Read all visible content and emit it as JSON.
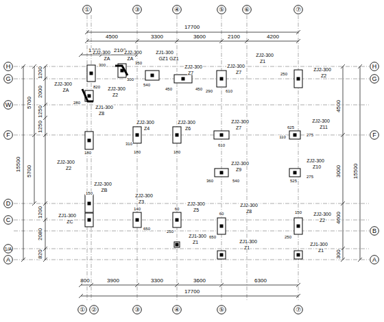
{
  "diagram": {
    "nodes": [
      {
        "text": [
          "①"
        ]
      },
      {
        "text": [
          "③"
        ]
      },
      {
        "text": [
          "④"
        ]
      },
      {
        "text": [
          "⑤"
        ]
      },
      {
        "text": [
          "⑥"
        ]
      },
      {
        "text": [
          "⑦"
        ]
      },
      {
        "text": [
          "H"
        ]
      },
      {
        "text": [
          "G"
        ]
      },
      {
        "text": [
          "W"
        ]
      },
      {
        "text": [
          "F"
        ]
      },
      {
        "text": [
          "D"
        ]
      },
      {
        "text": [
          "C"
        ]
      },
      {
        "text": [
          "1/A"
        ]
      },
      {
        "text": [
          "A"
        ]
      },
      {
        "text": [
          "H"
        ]
      },
      {
        "text": [
          "G"
        ]
      },
      {
        "text": [
          "F"
        ]
      },
      {
        "text": [
          "B"
        ]
      },
      {
        "text": [
          "A"
        ]
      },
      {
        "text": [
          "①"
        ]
      },
      {
        "text": [
          "②"
        ]
      },
      {
        "text": [
          "③"
        ]
      },
      {
        "text": [
          "④"
        ]
      },
      {
        "text": [
          "⑤"
        ]
      },
      {
        "text": [
          "⑦"
        ]
      }
    ],
    "labels": [
      "17700",
      "4500",
      "3300",
      "3600",
      "2100",
      "4200",
      "1200",
      "2100",
      "800",
      "3900",
      "3300",
      "3600",
      "6300",
      "17700",
      "1200",
      "2000",
      "1250",
      "1250",
      "5700",
      "15500",
      "5700",
      "1200",
      "2080",
      "820",
      "4500",
      "3000",
      "15500",
      "4600",
      "300",
      "ZJ2-300",
      "ZA",
      "ZJ2-300",
      "ZA",
      "ZJ1-300",
      "GZ1 GZ1",
      "ZJ2-300",
      "Z7",
      "ZJ2-300",
      "Z7",
      "ZJ2-300",
      "Z1",
      "ZJ2-300",
      "Z2",
      "ZJ2-300",
      "ZA",
      "ZJ2-300",
      "Z2",
      "ZJ1-300",
      "Z8",
      "ZJ2-300",
      "Z4",
      "ZJ2-300",
      "Z6",
      "ZJ2-300",
      "Z7",
      "ZJ2-300",
      "Z11",
      "ZJ2-300",
      "Z2",
      "ZJ2-300",
      "Z9",
      "ZJ2-300",
      "Z10",
      "ZJ2-300",
      "ZB",
      "ZJ2-300",
      "Z3",
      "ZJ2-300",
      "Z5",
      "ZJ2-300",
      "Z8",
      "ZJ2-300",
      "Z2",
      "ZJ1-300",
      "ZC",
      "ZJ1-300",
      "Z1",
      "ZJ1-300",
      "Z1",
      "ZJ1-300",
      "Z1",
      "300",
      "350",
      "300",
      "820",
      "540",
      "450",
      "450",
      "290",
      "610",
      "250",
      "280",
      "310",
      "180",
      "180",
      "180",
      "610",
      "110",
      "625",
      "275",
      "360",
      "540",
      "525",
      "275",
      "150",
      "140",
      "60",
      "650",
      "250",
      "60",
      "650",
      "150",
      "250"
    ]
  }
}
